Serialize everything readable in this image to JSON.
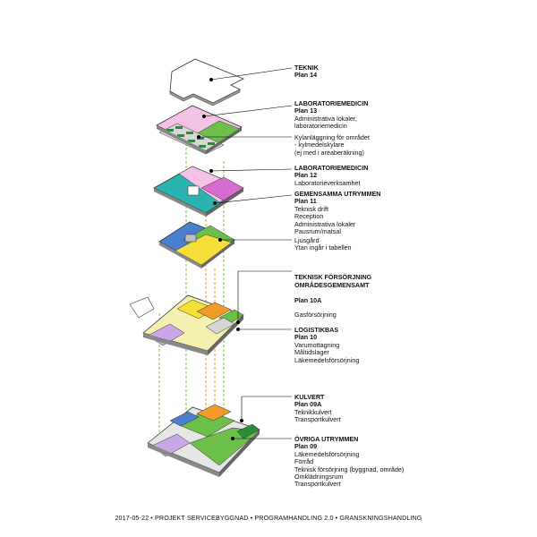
{
  "levels": [
    {
      "title": "TEKNIK",
      "plan": "Plan 14",
      "desc": []
    },
    {
      "title": "LABORATORIEMEDICIN",
      "plan": "Plan 13",
      "desc": [
        "Administrativa lokaler,",
        "laboratoriemedicin"
      ]
    },
    {
      "title": "",
      "plan": "",
      "desc": [
        "Kylanläggning för området",
        "- kylmedelskylare",
        "(ej med i areaberäkning)"
      ]
    },
    {
      "title": "LABORATORIEMEDICIN",
      "plan": "Plan 12",
      "desc": [
        "Laboratorieverksamhet"
      ]
    },
    {
      "title": "GEMENSAMMA UTRYMMEN",
      "plan": "Plan 11",
      "desc": [
        "Teknisk drift",
        "Reception",
        "Administrativa lokaler",
        "Pausrum/matsal"
      ]
    },
    {
      "title": "",
      "plan": "",
      "desc": [
        "Ljusgård",
        "Ytan ingår i tabellen"
      ]
    },
    {
      "title": "TEKNISK FÖRSÖRJNING\nOMRÅDESGEMENSAMT",
      "plan": "Plan 10A",
      "desc": [
        "Gasförsörjning"
      ]
    },
    {
      "title": "LOGISTIKBAS",
      "plan": "Plan 10",
      "desc": [
        "Varumottagning",
        "Måltidslager",
        "Läkemedelsförsörjning"
      ]
    },
    {
      "title": "KULVERT",
      "plan": "Plan 09A",
      "desc": [
        "Teknikkulvert",
        "Transportkulvert"
      ]
    },
    {
      "title": "ÖVRIGA UTRYMMEN",
      "plan": "Plan 09",
      "desc": [
        "Läkemedelsförsörjning",
        "Förråd",
        "Teknisk försörjning (byggnad, område)",
        "Omklädningsrum",
        "Transportkulvert"
      ]
    }
  ],
  "footer": "2017-05-22 • PROJEKT SERVICEBYGGNAD • PROGRAMHANDLING 2.0 • GRANSKNINGSHANDLING",
  "colors": {
    "green": "#6cc04a",
    "darkgreen": "#2e8b3a",
    "pink": "#f3c2e4",
    "magenta": "#d86bd0",
    "teal": "#2bb3b1",
    "blue": "#4a7fd0",
    "yellow": "#f5e03a",
    "orange": "#f39a2c",
    "gray": "#bfbfbf",
    "lightgray": "#e6e6e6",
    "lavender": "#c9a7e8"
  }
}
